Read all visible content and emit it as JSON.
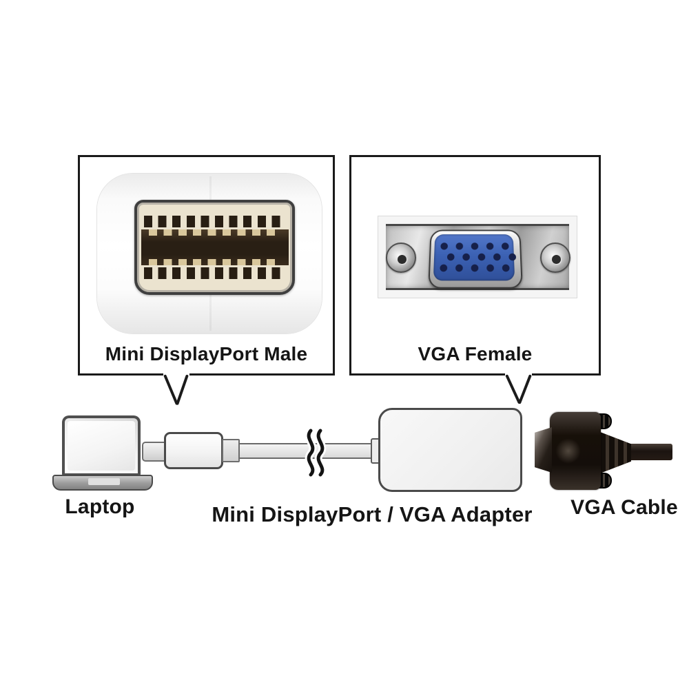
{
  "diagram": {
    "callouts": {
      "mini_dp": {
        "label": "Mini DisplayPort Male"
      },
      "vga": {
        "label": "VGA Female"
      }
    },
    "components": {
      "laptop": {
        "label": "Laptop"
      },
      "adapter": {
        "label": "Mini DisplayPort / VGA Adapter"
      },
      "vga_cable": {
        "label": "VGA Cable"
      }
    },
    "colors": {
      "outline": "#1a1a1a",
      "vga_blue": "#3c62b4",
      "vga_hole_navy": "#16204a",
      "port_cream": "#ebe3cf",
      "port_dark_brown": "#291f14",
      "pin_gold": "#d9c79c",
      "connector_black": "#171009",
      "adapter_white": "#f2f2f2"
    }
  }
}
